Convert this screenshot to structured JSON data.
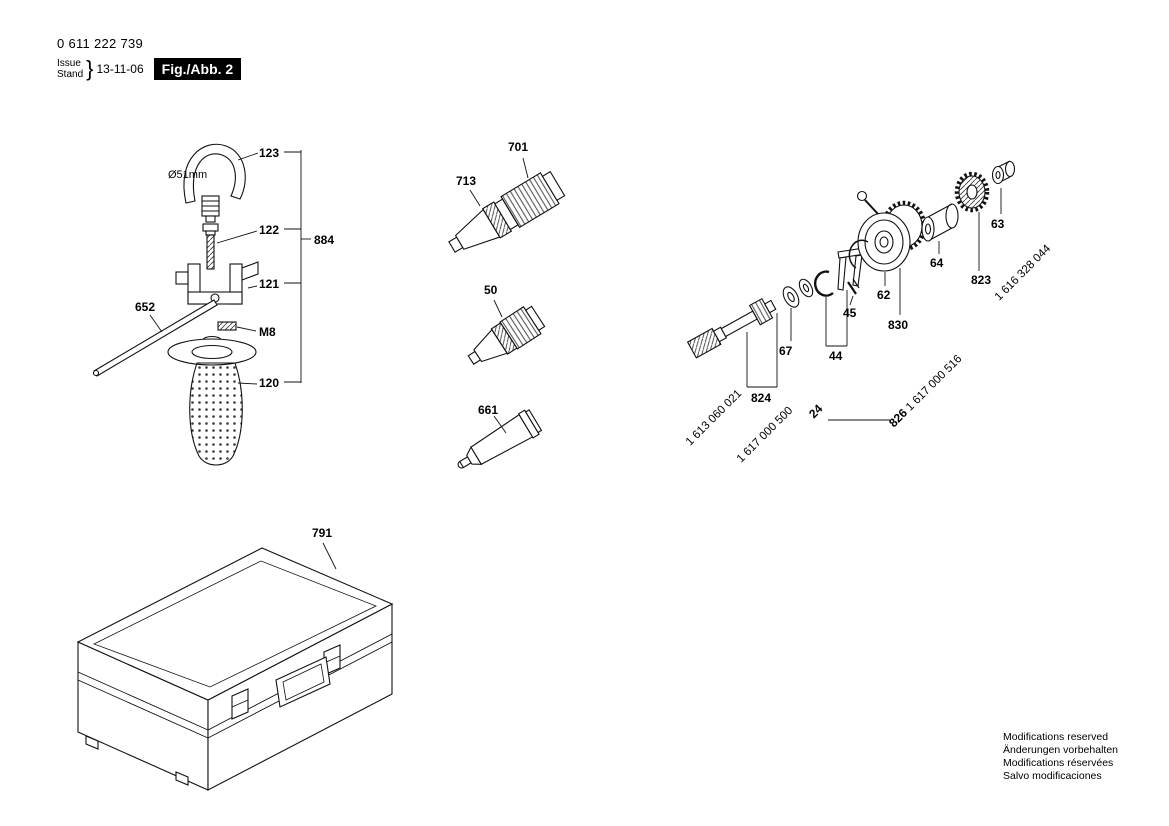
{
  "header": {
    "part_number": "0 611 222 739",
    "issue_label": "Issue",
    "stand_label": "Stand",
    "brace": "}",
    "date": "13-11-06",
    "figure_label": "Fig./Abb. 2"
  },
  "callouts": {
    "c123": "123",
    "dia51": "Ø51mm",
    "c122": "122",
    "c884": "884",
    "c121": "121",
    "c652": "652",
    "m8": "M8",
    "c120": "120",
    "c713": "713",
    "c701": "701",
    "c50": "50",
    "c661": "661",
    "c791": "791",
    "c67": "67",
    "c824": "824",
    "c44": "44",
    "c45": "45",
    "c62": "62",
    "c830": "830",
    "c64": "64",
    "c823": "823",
    "c63": "63",
    "c24": "24",
    "c826": "826"
  },
  "order_numbers": {
    "n1613060021": "1 613 060 021",
    "n1617000500": "1 617 000 500",
    "n1617000516": "1 617 000 516",
    "n1616328044": "1 616 328 044"
  },
  "footer": {
    "line1": "Modifications reserved",
    "line2": "Änderungen vorbehalten",
    "line3": "Modifications réservées",
    "line4": "Salvo modificaciones"
  }
}
